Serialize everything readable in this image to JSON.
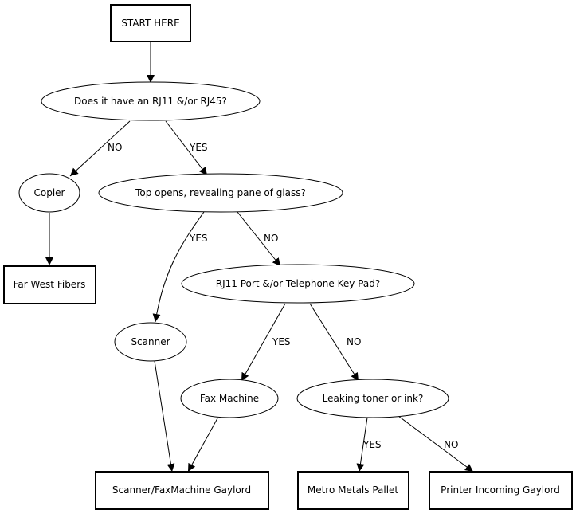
{
  "nodes": {
    "start": "START HERE",
    "rj": "Does it have an RJ11 &/or RJ45?",
    "copier": "Copier",
    "top_opens": "Top opens, revealing pane of glass?",
    "far_west": "Far West Fibers",
    "rj11_port": "RJ11 Port &/or Telephone Key Pad?",
    "scanner": "Scanner",
    "fax": "Fax Machine",
    "leaking": "Leaking toner or ink?",
    "scanner_gaylord": "Scanner/FaxMachine Gaylord",
    "metro_metals": "Metro Metals Pallet",
    "printer_gaylord": "Printer Incoming Gaylord"
  },
  "edge_labels": {
    "rj_copier": "NO",
    "rj_top": "YES",
    "top_scanner": "YES",
    "top_rj11": "NO",
    "rj11_fax": "YES",
    "rj11_leaking": "NO",
    "leak_metro": "YES",
    "leak_printer": "NO"
  }
}
